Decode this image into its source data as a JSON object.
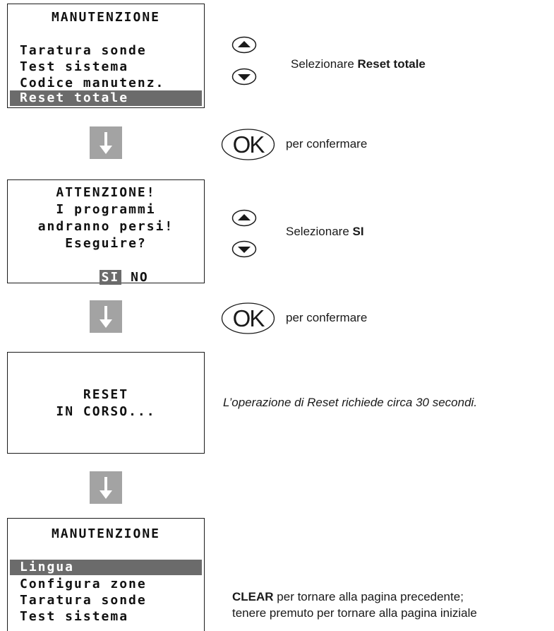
{
  "screen1": {
    "title": "MANUTENZIONE",
    "items": [
      "Taratura sonde",
      "Test sistema",
      "Codice manutenz.",
      "Reset totale"
    ],
    "selected_index": 3
  },
  "step1": {
    "instruction_prefix": "Selezionare ",
    "instruction_bold": "Reset totale",
    "ok_label": "OK",
    "ok_text": "per confermare"
  },
  "screen2": {
    "lines": [
      "ATTENZIONE!",
      "I programmi",
      "andranno persi!",
      "Eseguire?"
    ],
    "option_yes": "SI",
    "option_no": "NO",
    "selected_option": "SI"
  },
  "step2": {
    "instruction_prefix": "Selezionare ",
    "instruction_bold": "SI",
    "ok_label": "OK",
    "ok_text": "per confermare"
  },
  "screen3": {
    "lines": [
      "RESET",
      "IN CORSO..."
    ]
  },
  "step3": {
    "note": "L’operazione di Reset richiede circa 30 secondi."
  },
  "screen4": {
    "title": "MANUTENZIONE",
    "items": [
      "Lingua",
      "Configura zone",
      "Taratura sonde",
      "Test sistema"
    ],
    "selected_index": 0
  },
  "step4": {
    "clear_bold": "CLEAR",
    "clear_text": " per tornare alla pagina precedente;",
    "hold_text": "tenere premuto per tornare alla pagina iniziale"
  },
  "colors": {
    "highlight": "#6b6b6b",
    "arrow_box": "#a3a3a3",
    "text": "#1a1a1a"
  },
  "icons": [
    "arrow-up-key-icon",
    "arrow-down-key-icon",
    "ok-key-icon",
    "down-arrow-icon"
  ]
}
